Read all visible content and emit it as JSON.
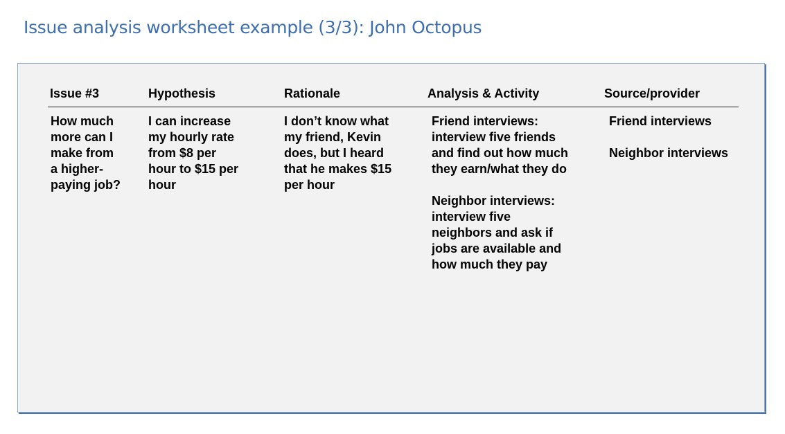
{
  "title": "Issue analysis worksheet example (3/3): John Octopus",
  "table": {
    "headers": [
      "Issue #3",
      "Hypothesis",
      "Rationale",
      "Analysis & Activity",
      "Source/provider"
    ],
    "issue": [
      "How much",
      "more can I",
      "make from",
      "a higher-",
      "paying job?"
    ],
    "hypothesis": [
      "I can increase",
      "my hourly rate",
      "from $8 per",
      "hour to $15 per",
      "hour"
    ],
    "rationale": [
      "I don’t know what",
      "my friend, Kevin",
      "does, but I heard",
      "that he makes $15",
      "per hour"
    ],
    "analysis_1": [
      "Friend interviews:",
      "interview five friends",
      "and find out how much",
      "they earn/what they do"
    ],
    "analysis_2": [
      "Neighbor interviews:",
      "interview five",
      "neighbors and ask if",
      "jobs are available and",
      "how much they pay"
    ],
    "sources": [
      "Friend interviews",
      "Neighbor interviews"
    ]
  }
}
